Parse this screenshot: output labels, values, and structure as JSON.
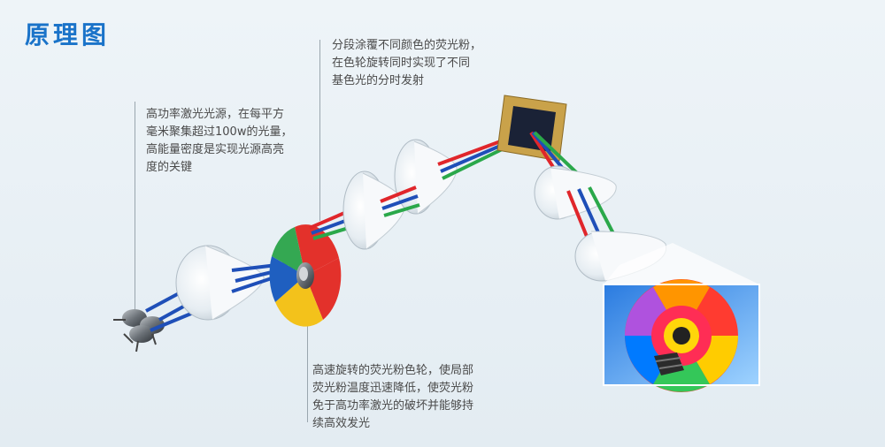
{
  "title": "原理图",
  "annotations": {
    "top": "分段涂覆不同颜色的荧光粉，\n在色轮旋转同时实现了不同\n基色光的分时发射",
    "left": "高功率激光光源，在每平方\n毫米聚集超过100w的光量，\n高能量密度是实现光源高亮\n度的关键",
    "bottom": "高速旋转的荧光粉色轮，使局部\n荧光粉温度迅速降低，使荧光粉\n免于高功率激光的破坏并能够持\n续高效发光"
  },
  "colors": {
    "title": "#1a73c9",
    "beam_red": "#e0262b",
    "beam_green": "#2aa84a",
    "beam_blue": "#1f4fb8",
    "wheel_green": "#34a852",
    "wheel_red": "#e3312b",
    "wheel_yellow": "#f3c21b",
    "wheel_blue": "#1f5fc0",
    "dmd_frame": "#c9a24a"
  },
  "icons": [
    "laser-source-icon",
    "color-wheel-icon",
    "lens-icon",
    "dmd-chip-icon",
    "projected-image-icon"
  ]
}
